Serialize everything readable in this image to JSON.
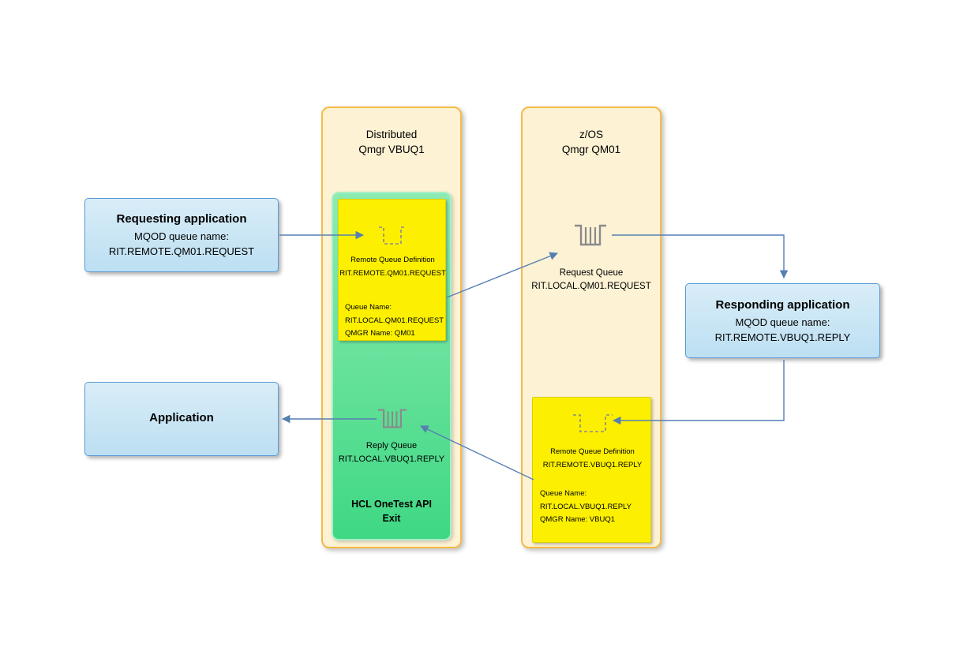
{
  "requesting_app": {
    "title": "Requesting application",
    "subtitle": "MQOD queue name:",
    "queue": "RIT.REMOTE.QM01.REQUEST"
  },
  "application": {
    "title": "Application"
  },
  "responding_app": {
    "title": "Responding application",
    "subtitle": "MQOD queue name:",
    "queue": "RIT.REMOTE.VBUQ1.REPLY"
  },
  "distributed_qmgr": {
    "line1": "Distributed",
    "line2": "Qmgr VBUQ1"
  },
  "zos_qmgr": {
    "line1": "z/OS",
    "line2": "Qmgr QM01"
  },
  "exit_box": {
    "line1": "HCL OneTest API",
    "line2": "Exit"
  },
  "remote_queue_def_distributed": {
    "title": "Remote Queue Definition",
    "name": "RIT.REMOTE.QM01.REQUEST",
    "queue_name_label": "Queue Name:",
    "queue_name": "RIT.LOCAL.QM01.REQUEST",
    "qmgr_name": "QMGR Name: QM01"
  },
  "reply_queue": {
    "label": "Reply Queue",
    "name": "RIT.LOCAL.VBUQ1.REPLY"
  },
  "request_queue": {
    "label": "Request Queue",
    "name": "RIT.LOCAL.QM01.REQUEST"
  },
  "remote_queue_def_zos": {
    "title": "Remote Queue Definition",
    "name": "RIT.REMOTE.VBUQ1.REPLY",
    "queue_name_label": "Queue Name:",
    "queue_name": "RIT.LOCAL.VBUQ1.REPLY",
    "qmgr_name": "QMGR Name: VBUQ1"
  },
  "icons": {
    "local_queue": "queue-icon",
    "remote_queue_definition": "dashed-queue-icon"
  },
  "colors": {
    "arrow": "#567fb2",
    "blue_fill_top": "#d9edf8",
    "blue_fill_bottom": "#bcdff2",
    "blue_border": "#5b9bd5",
    "column_fill": "#fdf2d4",
    "column_border": "#f6ba45",
    "green_fill_top": "#8cebb1",
    "green_fill_bottom": "#3fd884",
    "green_border": "#a9eec8",
    "yellow_fill": "#fcf000",
    "yellow_border": "#ddd000",
    "icon_gray": "#8a8a8a"
  }
}
